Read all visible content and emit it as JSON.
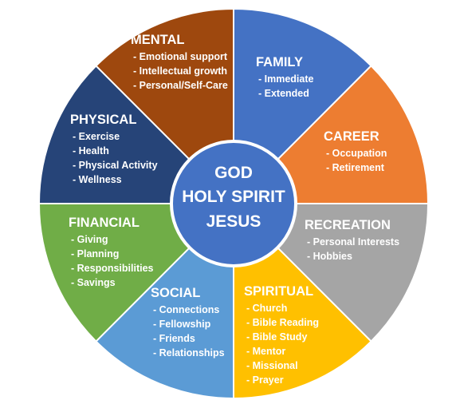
{
  "segments": [
    {
      "id": "family",
      "title": "FAMILY",
      "color": "#4472C4",
      "items": [
        "- Immediate",
        "- Extended"
      ]
    },
    {
      "id": "career",
      "title": "CAREER",
      "color": "#ED7D31",
      "items": [
        "- Occupation",
        "- Retirement"
      ]
    },
    {
      "id": "recreation",
      "title": "RECREATION",
      "color": "#A5A5A5",
      "items": [
        "- Personal Interests",
        "- Hobbies"
      ]
    },
    {
      "id": "spiritual",
      "title": "SPIRITUAL",
      "color": "#FFC000",
      "items": [
        "- Church",
        "- Bible Reading",
        "- Bible Study",
        "- Mentor",
        "- Missional",
        "- Prayer"
      ]
    },
    {
      "id": "social",
      "title": "SOCIAL",
      "color": "#5B9BD5",
      "items": [
        "- Connections",
        "- Fellowship",
        "- Friends",
        "- Relationships"
      ]
    },
    {
      "id": "financial",
      "title": "FINANCIAL",
      "color": "#70AD47",
      "items": [
        "- Giving",
        "- Planning",
        "- Responsibilities",
        "- Savings"
      ]
    },
    {
      "id": "physical",
      "title": "PHYSICAL",
      "color": "#264478",
      "items": [
        "- Exercise",
        "- Health",
        "- Physical Activity",
        "- Wellness"
      ]
    },
    {
      "id": "mental",
      "title": "MENTAL",
      "color": "#9E480E",
      "items": [
        "- Emotional support",
        "- Intellectual growth",
        "- Personal/Self-Care"
      ]
    }
  ],
  "center": {
    "lines": [
      "GOD",
      "HOLY SPIRIT",
      "JESUS"
    ],
    "fill": "#4472C4",
    "stroke": "#ffffff"
  }
}
